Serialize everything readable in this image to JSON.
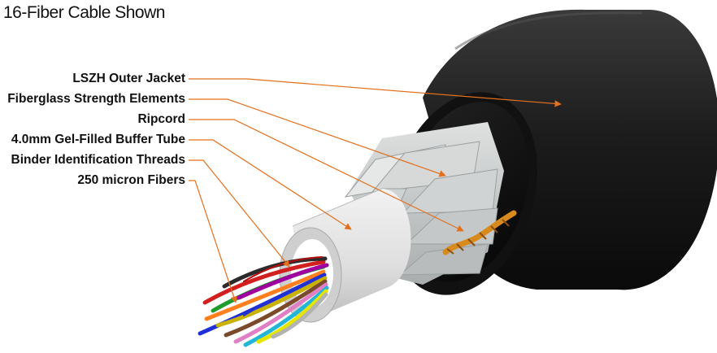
{
  "title": "16-Fiber Cable Shown",
  "labels": [
    {
      "name": "outer-jacket",
      "text": "LSZH Outer Jacket"
    },
    {
      "name": "strength-elements",
      "text": "Fiberglass Strength Elements"
    },
    {
      "name": "ripcord",
      "text": "Ripcord"
    },
    {
      "name": "buffer-tube",
      "text": "4.0mm Gel-Filled Buffer Tube"
    },
    {
      "name": "binder-threads",
      "text": "Binder Identification Threads"
    },
    {
      "name": "fibers",
      "text": "250 micron Fibers"
    }
  ],
  "colors": {
    "leader": "#e2701d",
    "jacket": "#1a1a1a",
    "strength": "#c9cccc",
    "tube": "#e3e3e3",
    "ripcord": "#d98a1c"
  }
}
